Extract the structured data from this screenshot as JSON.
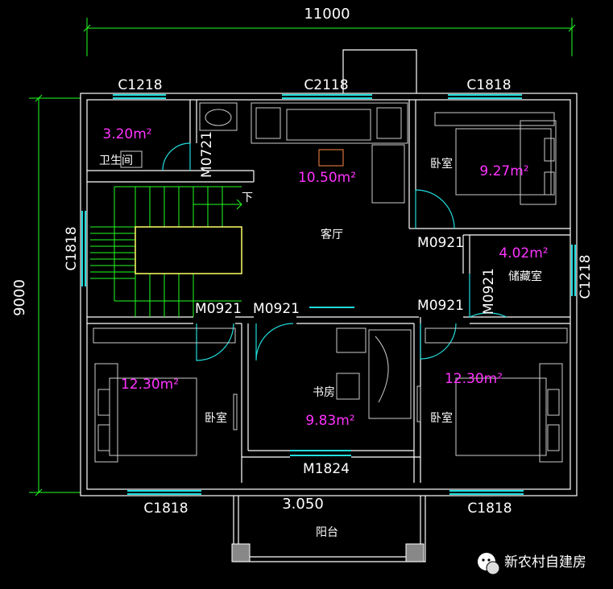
{
  "colors": {
    "background": "#000000",
    "wall": "#ffffff",
    "window": "#22dddd",
    "dimension": "#22ff22",
    "area_text": "#ff33ff",
    "furniture": "#cccccc",
    "stair": "#22ff22"
  },
  "dimensions": {
    "width_label": "11000",
    "height_label": "9000"
  },
  "windows": {
    "top_left": "C1218",
    "top_center": "C2118",
    "top_right": "C1818",
    "left": "C1818",
    "right": "C1218",
    "bottom_left": "C1818",
    "bottom_right": "C1818"
  },
  "doors": {
    "bath": "M0721",
    "stair_left": "M0921",
    "study": "M0921",
    "bed_ne": "M0921",
    "storage": "M0921",
    "bed_se": "M0921",
    "balcony": "M1824"
  },
  "rooms": {
    "bath": {
      "area": "3.20m²",
      "name": "卫生间"
    },
    "living": {
      "area": "10.50m²",
      "name": "客厅"
    },
    "bed_ne": {
      "area": "9.27m²",
      "name": "卧室"
    },
    "storage": {
      "area": "4.02m²",
      "name": "储藏室"
    },
    "bed_sw": {
      "area": "12.30m²",
      "name": "卧室"
    },
    "study": {
      "area": "9.83m²",
      "name": "书房"
    },
    "bed_se": {
      "area": "12.30m²",
      "name": "卧室"
    },
    "balcony": {
      "depth": "3.050",
      "name": "阳台"
    }
  },
  "stair_label": "下",
  "watermark": {
    "text": "新农村自建房",
    "icon": "wechat-icon"
  }
}
